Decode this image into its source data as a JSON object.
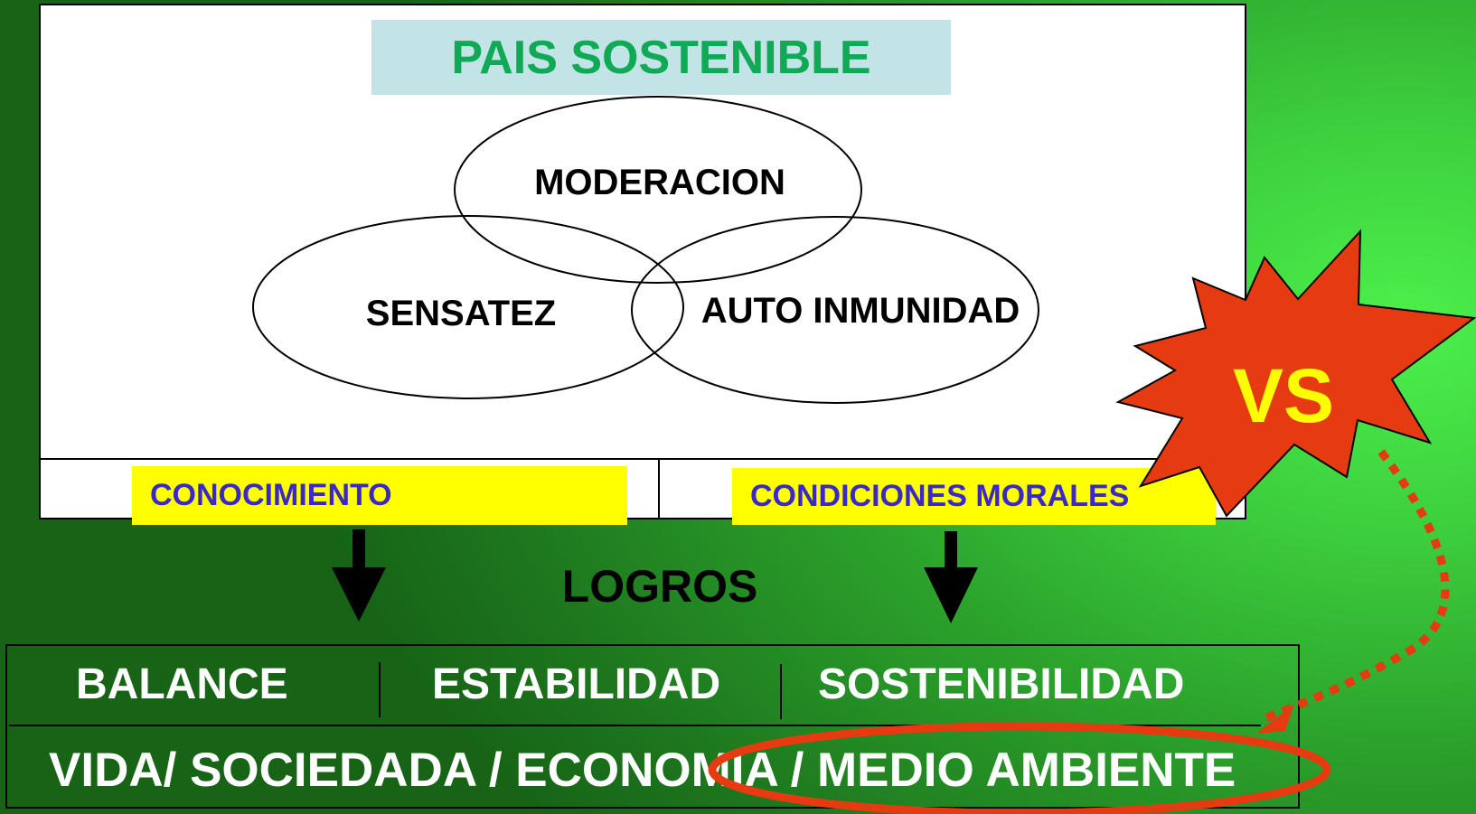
{
  "title": "PAIS SOSTENIBLE",
  "venn": {
    "top": "MODERACION",
    "left": "SENSATEZ",
    "right": "AUTO INMUNIDAD"
  },
  "pillars": {
    "left": "CONOCIMIENTO",
    "right": "CONDICIONES MORALES"
  },
  "achievements_label": "LOGROS",
  "outcomes": [
    "BALANCE",
    "ESTABILIDAD",
    "SOSTENIBILIDAD"
  ],
  "dimensions": "VIDA/ SOCIEDADA / ECONOMIA / MEDIO AMBIENTE",
  "vs_label": "VS",
  "colors": {
    "title_bg": "#c3e4e6",
    "title_text": "#10a956",
    "highlight_bg": "#ffff00",
    "highlight_text": "#3a28c8",
    "burst": "#e63a10",
    "vs_text": "#ffff00",
    "annotation": "#e63a10"
  }
}
